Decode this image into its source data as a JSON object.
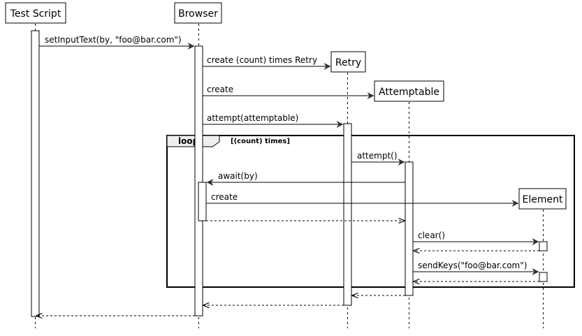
{
  "participants": [
    {
      "id": "test-script",
      "label": "Test Script"
    },
    {
      "id": "browser",
      "label": "Browser"
    },
    {
      "id": "retry",
      "label": "Retry"
    },
    {
      "id": "attemptable",
      "label": "Attemptable"
    },
    {
      "id": "element",
      "label": "Element"
    }
  ],
  "loop": {
    "label": "loop",
    "condition": "[(count) times]"
  },
  "messages": [
    {
      "id": "m1",
      "from": "test-script",
      "to": "browser",
      "label": "setInputText(by, \"foo@bar.com\")",
      "reply": false
    },
    {
      "id": "m2",
      "from": "browser",
      "to": "retry",
      "label": "create (count) times Retry",
      "reply": false
    },
    {
      "id": "m3",
      "from": "browser",
      "to": "attemptable",
      "label": "create",
      "reply": false
    },
    {
      "id": "m4",
      "from": "browser",
      "to": "retry",
      "label": "attempt(attemptable)",
      "reply": false
    },
    {
      "id": "m5",
      "from": "retry",
      "to": "attemptable",
      "label": "attempt()",
      "reply": false
    },
    {
      "id": "m6",
      "from": "attemptable",
      "to": "browser",
      "label": "await(by)",
      "reply": false
    },
    {
      "id": "m7",
      "from": "browser",
      "to": "element",
      "label": "create",
      "reply": false
    },
    {
      "id": "m8",
      "from": "browser",
      "to": "attemptable",
      "label": "",
      "reply": true
    },
    {
      "id": "m9",
      "from": "attemptable",
      "to": "element",
      "label": "clear()",
      "reply": false
    },
    {
      "id": "m10",
      "from": "element",
      "to": "attemptable",
      "label": "",
      "reply": true
    },
    {
      "id": "m11",
      "from": "attemptable",
      "to": "element",
      "label": "sendKeys(\"foo@bar.com\")",
      "reply": false
    },
    {
      "id": "m12",
      "from": "element",
      "to": "attemptable",
      "label": "",
      "reply": true
    },
    {
      "id": "m13",
      "from": "attemptable",
      "to": "retry",
      "label": "",
      "reply": true
    },
    {
      "id": "m14",
      "from": "retry",
      "to": "browser",
      "label": "",
      "reply": true
    },
    {
      "id": "m15",
      "from": "browser",
      "to": "test-script",
      "label": "",
      "reply": true
    }
  ]
}
